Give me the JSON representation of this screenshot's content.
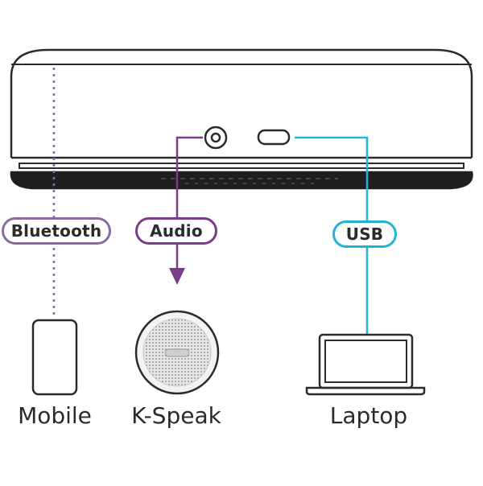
{
  "connections": {
    "bluetooth": {
      "label": "Bluetooth",
      "color": "#8a6aa0",
      "style": "dotted"
    },
    "audio": {
      "label": "Audio",
      "color": "#7a3c8a",
      "style": "solid-arrow"
    },
    "usb": {
      "label": "USB",
      "color": "#24b3d6",
      "style": "solid"
    }
  },
  "devices": {
    "mobile": {
      "label": "Mobile",
      "icon": "smartphone-icon"
    },
    "kspeak": {
      "label": "K-Speak",
      "icon": "speakerphone-icon"
    },
    "laptop": {
      "label": "Laptop",
      "icon": "laptop-icon"
    }
  },
  "hub": {
    "icon": "hub-device-icon",
    "ports": [
      "audio-jack",
      "usb-port"
    ]
  },
  "colors": {
    "outline": "#2b2b2b",
    "grille": "#cfcfcf"
  }
}
